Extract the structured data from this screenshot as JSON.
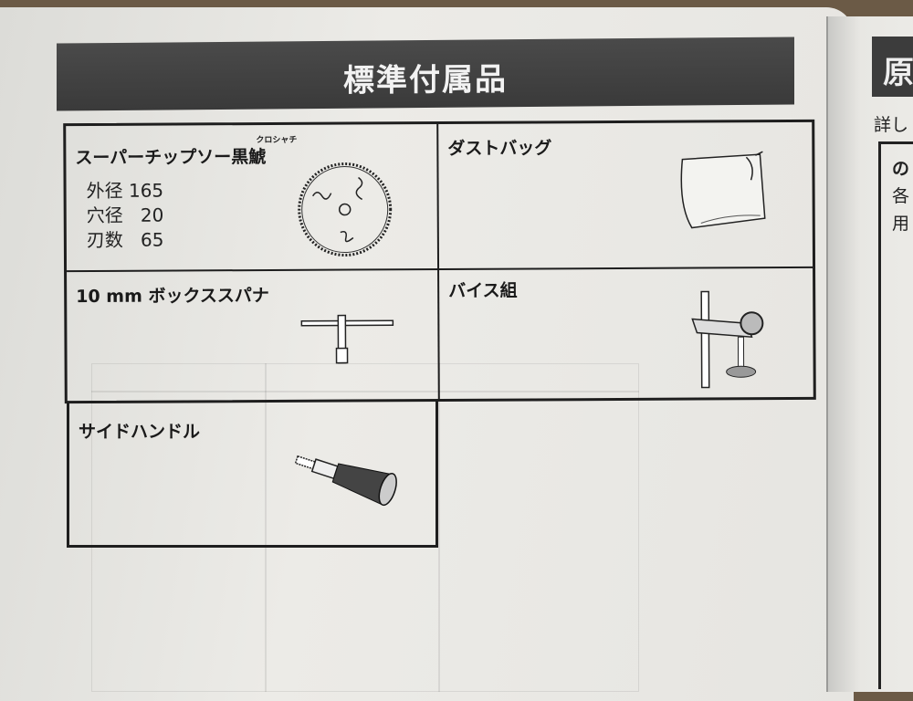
{
  "header": {
    "title": "標準付属品"
  },
  "items": [
    {
      "name": "スーパーチップソー黒鯱",
      "ruby": "クロシャチ",
      "specs": [
        {
          "label": "外径",
          "value": "165"
        },
        {
          "label": "穴径",
          "value": "20"
        },
        {
          "label": "刃数",
          "value": "65"
        }
      ]
    },
    {
      "name": "ダストバッグ"
    },
    {
      "name": "10 mm ボックススパナ"
    },
    {
      "name": "バイス組"
    },
    {
      "name": "サイドハンドル"
    }
  ],
  "next_page": {
    "title_char": "原",
    "line1": "詳し",
    "box_lines": [
      "の",
      "各",
      "用"
    ]
  }
}
